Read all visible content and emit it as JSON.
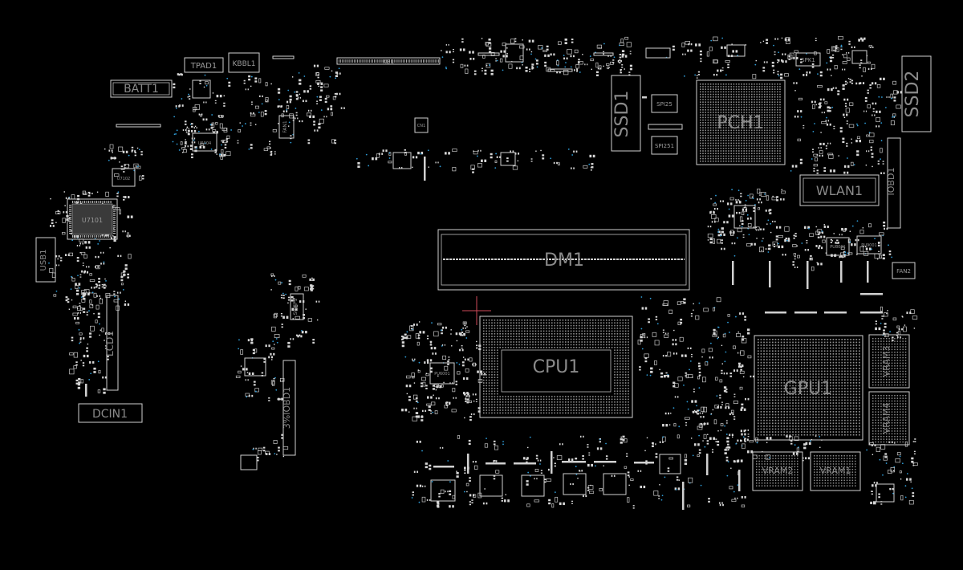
{
  "board": {
    "background": "#000000",
    "outline_color": "#d0d0d0",
    "label_color": "#8a8a8a",
    "via_color": "#2e9bd6",
    "cursor_color": "#d04a5a"
  },
  "components": {
    "cpu": "CPU1",
    "gpu": "GPU1",
    "pch": "PCH1",
    "dm": "DM1",
    "ssd1": "SSD1",
    "ssd2": "SSD2",
    "wlan": "WLAN1",
    "vram1": "VRAM1",
    "vram2": "VRAM2",
    "vram3": "VRAM3",
    "vram4": "VRAM4",
    "batt": "BATT1",
    "lcd": "LCD1",
    "dcin": "DCIN1",
    "usb1": "USB1",
    "tpad": "TPAD1",
    "kbbl": "KBBL1",
    "kb": "KB1",
    "iobd1": "IOBD1",
    "iobd3": "3%IOBD1",
    "fan1": "FAN1",
    "fan2": "FAN2",
    "spk": "SPK1",
    "spi25": "SPI25",
    "spi251": "SPI251",
    "sw": "SWFP1",
    "ec": "U7101",
    "u7102": "U7102",
    "u5004": "U5004",
    "cn1": "CN1",
    "pu6001": "PU6001",
    "pu8001": "PU8001",
    "pu9001": "PU9001"
  }
}
